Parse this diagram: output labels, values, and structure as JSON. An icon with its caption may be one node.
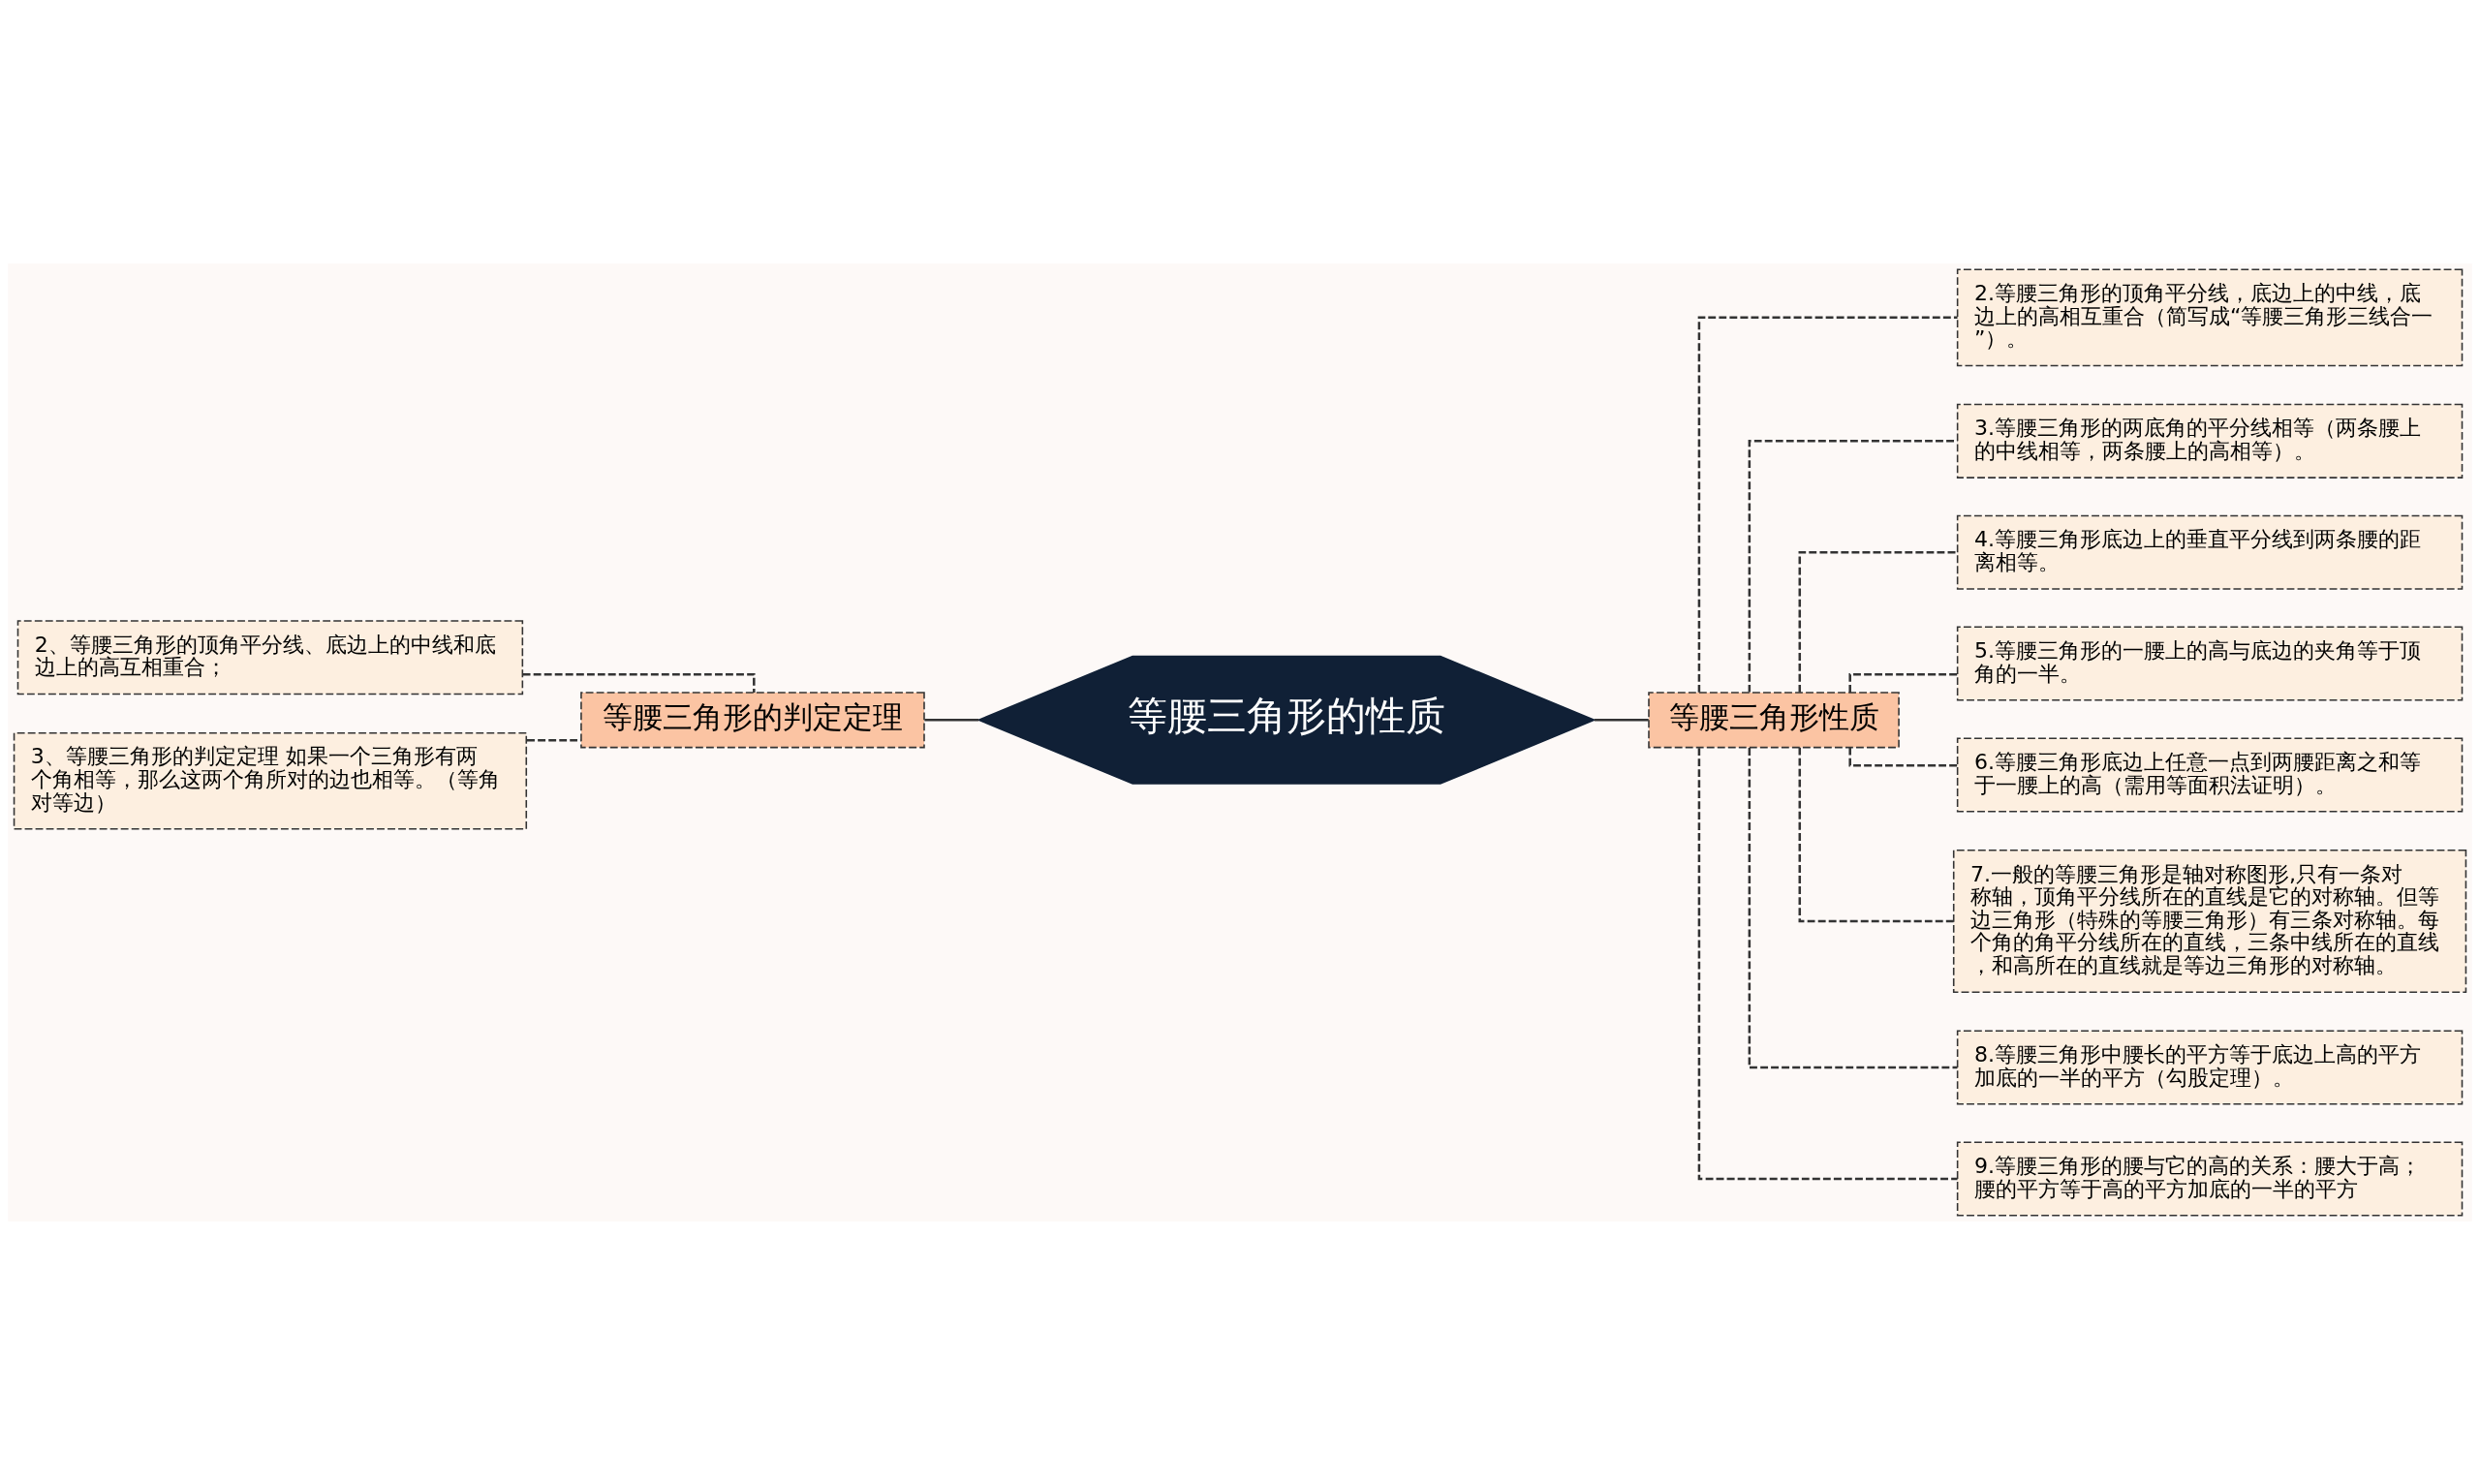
{
  "diagram": {
    "nodes": [
      {
        "text": [
          "等腰三角形的性质"
        ]
      },
      {
        "text": [
          "等腰三角形的判定定理"
        ]
      },
      {
        "text": [
          "2、等腰三角形的顶角平分线、底边上的中线和底边上的高互相重合；"
        ]
      },
      {
        "text": [
          "3、等腰三角形的判定定理 如果一个三角形有两个角相等，那么这两个角所对的边也相等。（等角对等边）"
        ]
      },
      {
        "text": [
          "等腰三角形性质"
        ]
      },
      {
        "text": [
          "2.等腰三角形的顶角平分线，底边上的中线，底边上的高相互重合（简写成“等腰三角形三线合一”）。"
        ]
      },
      {
        "text": [
          "3.等腰三角形的两底角的平分线相等（两条腰上的中线相等，两条腰上的高相等）。"
        ]
      },
      {
        "text": [
          "4.等腰三角形底边上的垂直平分线到两条腰的距离相等。"
        ]
      },
      {
        "text": [
          "5.等腰三角形的一腰上的高与底边的夹角等于顶角的一半。"
        ]
      },
      {
        "text": [
          "6.等腰三角形底边上任意一点到两腰距离之和等于一腰上的高（需用等面积法证明）。"
        ]
      },
      {
        "text": [
          "7.一般的等腰三角形是轴对称图形,只有一条对称轴，顶角平分线所在的直线是它的对称轴。但等边三角形（特殊的等腰三角形）有三条对称轴。每个角的角平分线所在的直线，三条中线所在的直线，和高所在的直线就是等边三角形的对称轴。"
        ]
      },
      {
        "text": [
          "8.等腰三角形中腰长的平方等于底边上高的平方加底的一半的平方（勾股定理）。"
        ]
      },
      {
        "text": [
          "9.等腰三角形的腰与它的高的关系：腰大于高；腰的平方等于高的平方加底的一半的平方"
        ]
      }
    ],
    "edges": [
      {
        "from": 0,
        "to": 1,
        "arrow": "none"
      },
      {
        "from": 1,
        "to": 2,
        "arrow": "none",
        "style": "dashed"
      },
      {
        "from": 1,
        "to": 3,
        "arrow": "none",
        "style": "dashed"
      },
      {
        "from": 0,
        "to": 4,
        "arrow": "none"
      },
      {
        "from": 4,
        "to": 5,
        "arrow": "none",
        "style": "dashed"
      },
      {
        "from": 4,
        "to": 6,
        "arrow": "none",
        "style": "dashed"
      },
      {
        "from": 4,
        "to": 7,
        "arrow": "none",
        "style": "dashed"
      },
      {
        "from": 4,
        "to": 8,
        "arrow": "none",
        "style": "dashed"
      },
      {
        "from": 4,
        "to": 9,
        "arrow": "none",
        "style": "dashed"
      },
      {
        "from": 4,
        "to": 10,
        "arrow": "none",
        "style": "dashed"
      },
      {
        "from": 4,
        "to": 11,
        "arrow": "none",
        "style": "dashed"
      },
      {
        "from": 4,
        "to": 12,
        "arrow": "none",
        "style": "dashed"
      }
    ]
  }
}
